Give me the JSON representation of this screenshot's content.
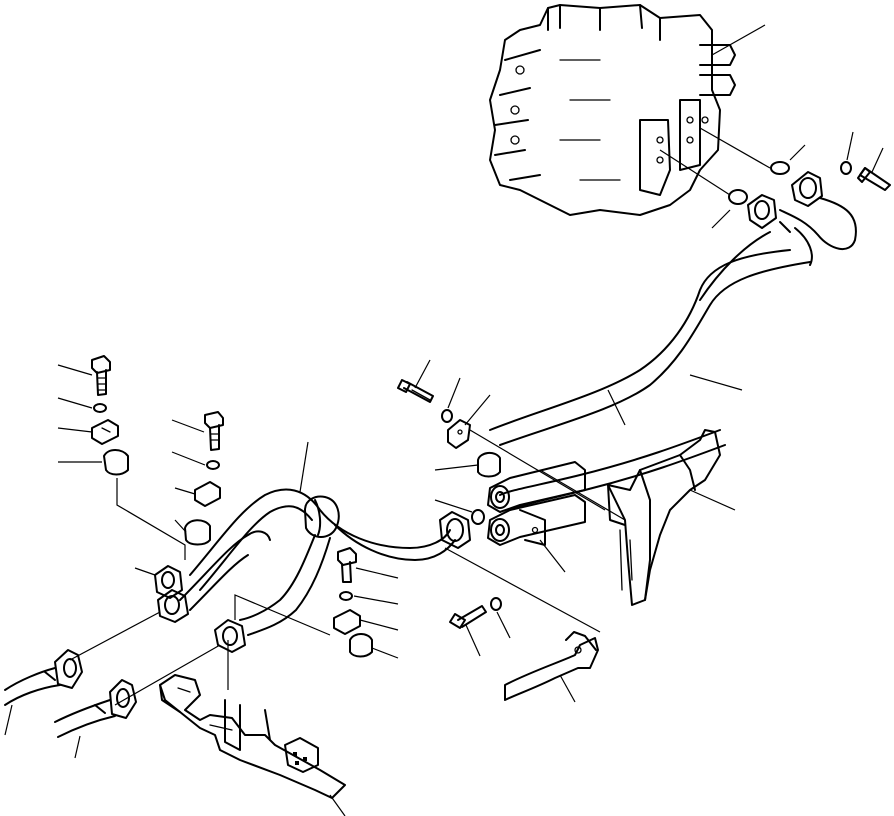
{
  "diagram": {
    "kind": "exploded-parts-view",
    "line_color": "#000000",
    "background_color": "#ffffff",
    "parts": [
      {
        "name": "control-valve",
        "icon": "valve-block-icon"
      },
      {
        "name": "pipe-upper",
        "icon": "pipe-icon"
      },
      {
        "name": "pipe-lower",
        "icon": "pipe-icon"
      },
      {
        "name": "pipe-branch",
        "icon": "pipe-icon"
      },
      {
        "name": "split-flange",
        "icon": "flange-icon"
      },
      {
        "name": "bolt",
        "icon": "bolt-icon"
      },
      {
        "name": "washer",
        "icon": "washer-icon"
      },
      {
        "name": "o-ring",
        "icon": "o-ring-icon"
      },
      {
        "name": "clamp",
        "icon": "clamp-icon"
      },
      {
        "name": "clamp-pad",
        "icon": "rubber-pad-icon"
      },
      {
        "name": "bracket",
        "icon": "bracket-icon"
      },
      {
        "name": "frame-plate",
        "icon": "frame-icon"
      },
      {
        "name": "hose",
        "icon": "hose-icon"
      }
    ]
  }
}
